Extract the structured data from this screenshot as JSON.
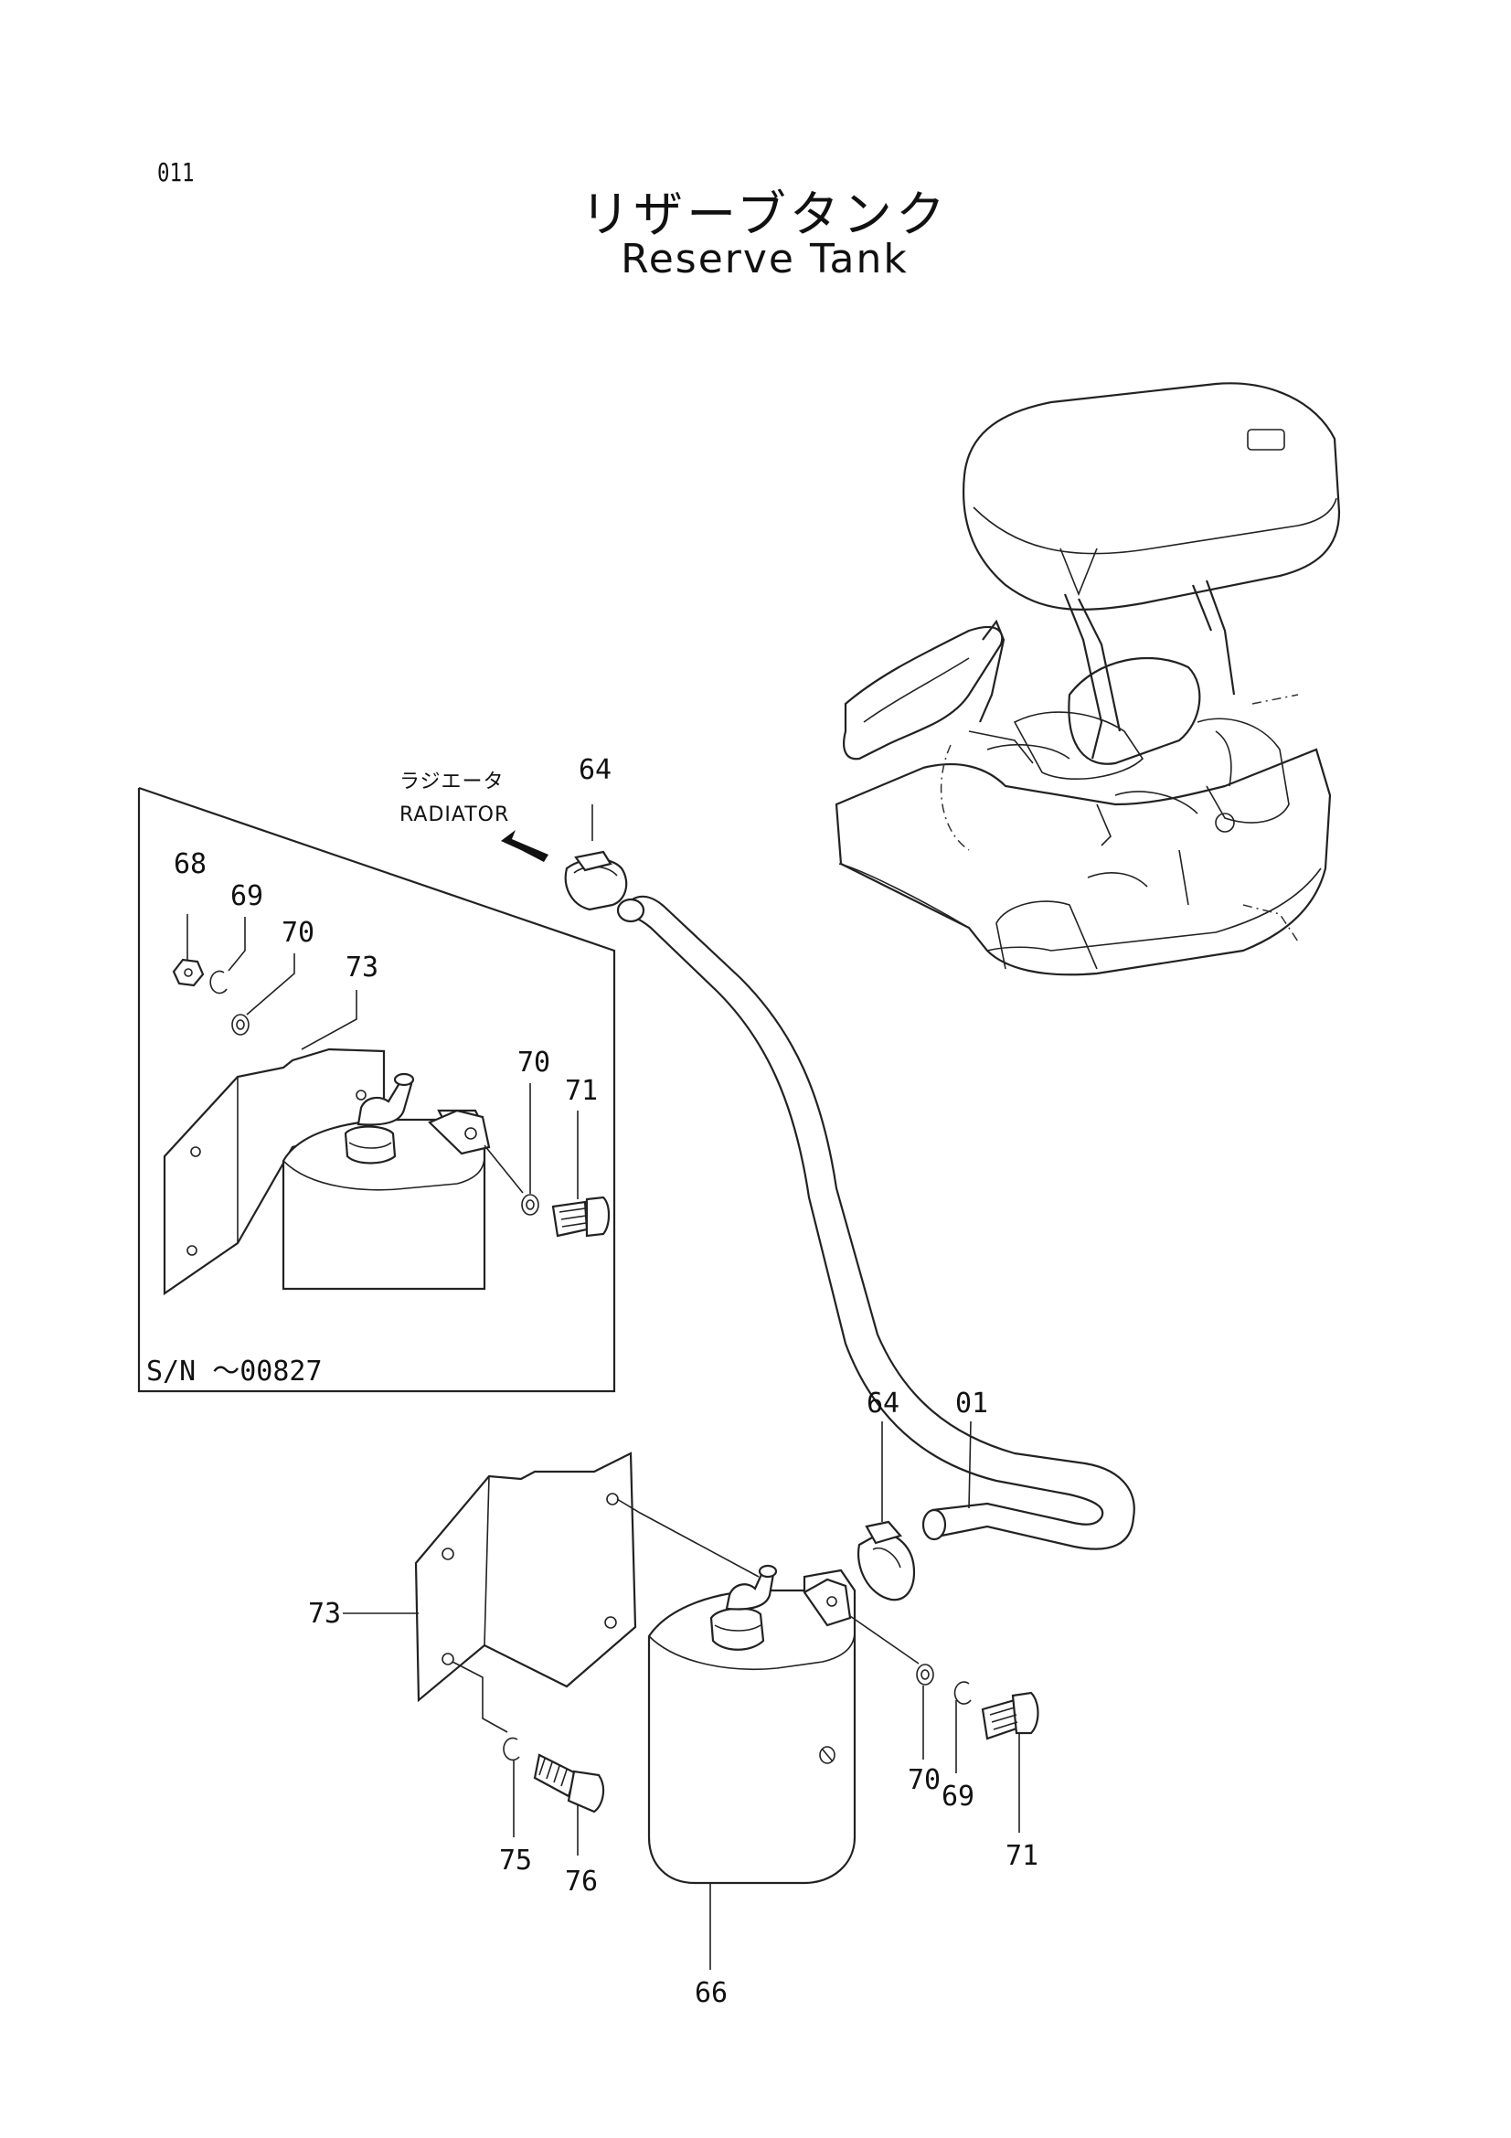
{
  "page": {
    "number": "011"
  },
  "title": {
    "japanese": "リザーブタンク",
    "english": "Reserve Tank"
  },
  "direction": {
    "japanese": "ラジエータ",
    "english": "RADIATOR"
  },
  "inset": {
    "serial_note": "S/N ～00827"
  },
  "callouts": {
    "c64_top": "64",
    "c68": "68",
    "c69_inset": "69",
    "c70_inset_a": "70",
    "c73_inset": "73",
    "c70_inset_b": "70",
    "c71_inset": "71",
    "c64_main": "64",
    "c01": "01",
    "c73_main": "73",
    "c70_main": "70",
    "c69_main": "69",
    "c71_main": "71",
    "c75": "75",
    "c76": "76",
    "c66": "66"
  }
}
